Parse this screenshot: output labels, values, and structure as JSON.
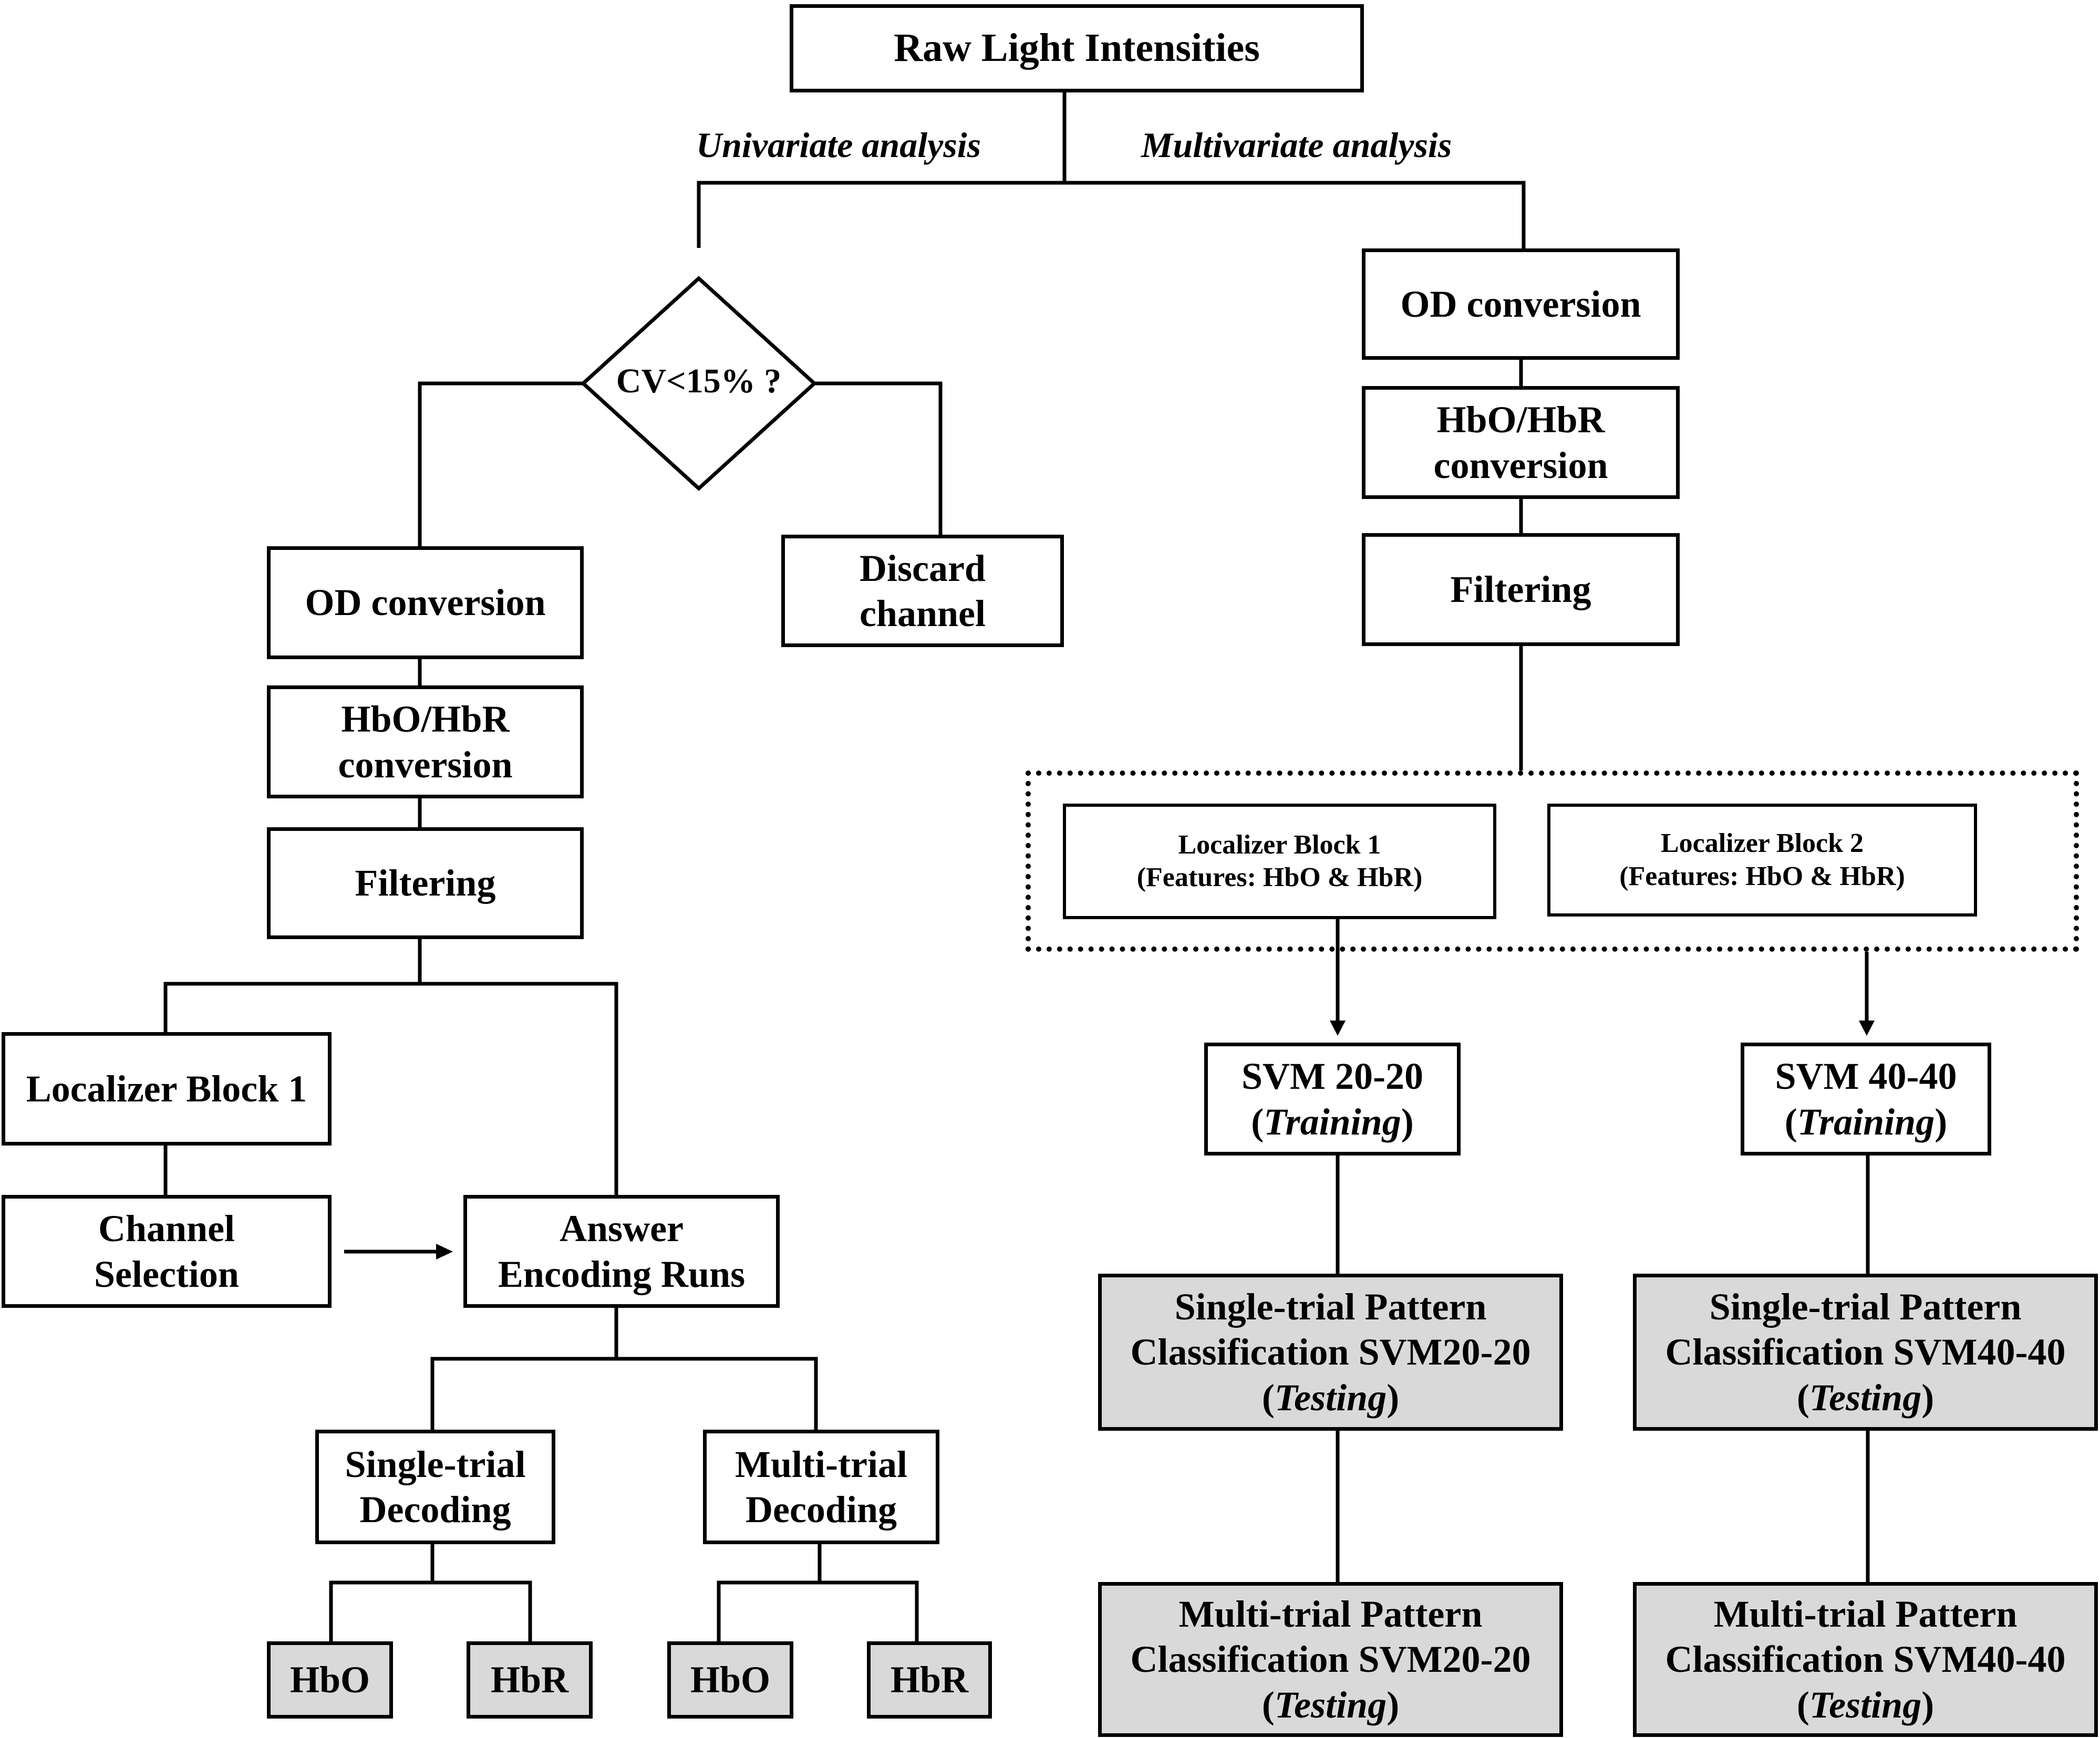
{
  "root": "Raw Light Intensities",
  "branches": {
    "univariate": "Univariate analysis",
    "multivariate": "Multivariate analysis"
  },
  "decision": "CV<15% ?",
  "discard": [
    "Discard",
    "channel"
  ],
  "univariate": {
    "od": "OD conversion",
    "hb": [
      "HbO/HbR",
      "conversion"
    ],
    "filtering": "Filtering",
    "localizer": "Localizer Block 1",
    "channel_selection": [
      "Channel",
      "Selection"
    ],
    "answer_encoding": [
      "Answer",
      "Encoding Runs"
    ],
    "single_trial": [
      "Single-trial",
      "Decoding"
    ],
    "multi_trial": [
      "Multi-trial",
      "Decoding"
    ],
    "hbo": "HbO",
    "hbr": "HbR"
  },
  "multivariate": {
    "od": "OD conversion",
    "hb": [
      "HbO/HbR",
      "conversion"
    ],
    "filtering": "Filtering",
    "localizer1": [
      "Localizer Block 1",
      "(Features: HbO & HbR)"
    ],
    "localizer2": [
      "Localizer Block 2",
      "(Features: HbO & HbR)"
    ],
    "svm20": {
      "title": "SVM 20-20",
      "sub": "Training"
    },
    "svm40": {
      "title": "SVM 40-40",
      "sub": "Training"
    },
    "single20": {
      "line1": "Single-trial Pattern",
      "line2": "Classification SVM20-20",
      "sub": "Testing"
    },
    "single40": {
      "line1": "Single-trial Pattern",
      "line2": "Classification SVM40-40",
      "sub": "Testing"
    },
    "multi20": {
      "line1": "Multi-trial Pattern",
      "line2": "Classification SVM20-20",
      "sub": "Testing"
    },
    "multi40": {
      "line1": "Multi-trial Pattern",
      "line2": "Classification SVM40-40",
      "sub": "Testing"
    }
  }
}
